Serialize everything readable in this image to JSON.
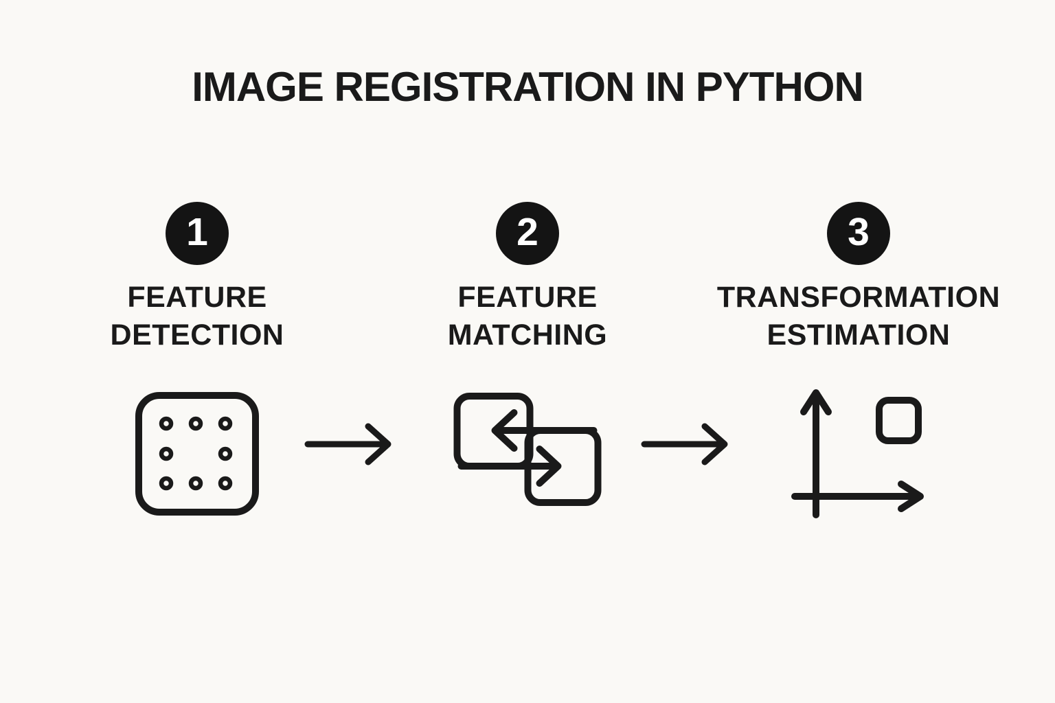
{
  "title": "IMAGE REGISTRATION IN PYTHON",
  "colors": {
    "background": "#FAF9F6",
    "ink": "#1A1A1A",
    "badge_background": "#141414",
    "badge_number": "#FFFFFF"
  },
  "steps": [
    {
      "number": "1",
      "label": [
        "FEATURE",
        "DETECTION"
      ],
      "icon": "feature-grid-icon"
    },
    {
      "number": "2",
      "label": [
        "FEATURE",
        "MATCHING"
      ],
      "icon": "matching-squares-icon"
    },
    {
      "number": "3",
      "label": [
        "TRANSFORMATION",
        "ESTIMATION"
      ],
      "icon": "coordinate-axes-icon"
    }
  ],
  "connectors": [
    {
      "icon": "right-arrow-icon"
    },
    {
      "icon": "right-arrow-icon"
    }
  ]
}
